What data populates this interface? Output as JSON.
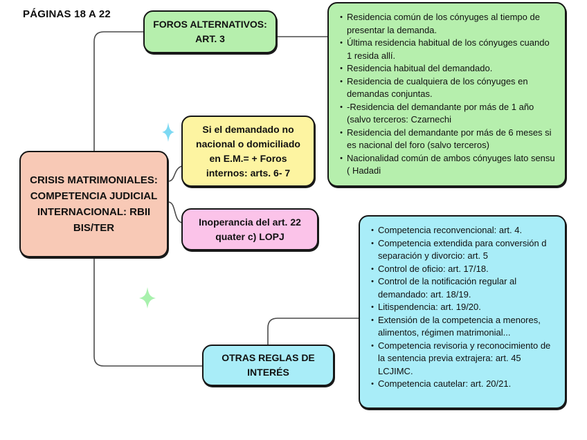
{
  "page": {
    "title": "PÁGINAS 18 A 22"
  },
  "nodes": {
    "main": {
      "label": "CRISIS MATRIMONIALES: COMPETENCIA JUDICIAL INTERNACIONAL: RBII BIS/TER",
      "color": "#f8c9b6"
    },
    "foros": {
      "label": "FOROS ALTERNATIVOS: ART. 3",
      "color": "#b6efad"
    },
    "demandado": {
      "label": "Si el demandado no nacional o domiciliado en E.M.= + Foros internos: arts. 6- 7",
      "color": "#fdf4a1"
    },
    "inoperancia": {
      "label": "Inoperancia del art. 22 quater c) LOPJ",
      "color": "#fbc3e9"
    },
    "otras": {
      "label": "OTRAS REGLAS DE INTERÉS",
      "color": "#a9edf8"
    },
    "foros_detail": {
      "color": "#b6efad",
      "items": [
        "Residencia común de los cónyuges al tiempo de presentar la demanda.",
        "Última residencia habitual de los cónyuges cuando 1 resida allí.",
        "Residencia habitual del demandado.",
        "Residencia de cualquiera de los cónyuges en demandas conjuntas.",
        "-Residencia del demandante por más de 1 año (salvo terceros: Czarnechi",
        "Residencia del demandante por más de 6 meses si es nacional del foro (salvo terceros)",
        "Nacionalidad común de ambos cónyuges lato sensu ( Hadadi"
      ]
    },
    "otras_detail": {
      "color": "#a9edf8",
      "items": [
        "Competencia reconvencional: art. 4.",
        "Competencia extendida para conversión d separación y divorcio: art. 5",
        "Control de oficio: art. 17/18.",
        "Control de la notificación regular al demandado: art. 18/19.",
        "Litispendencia: art. 19/20.",
        "Extensión de la competencia a menores, alimentos, régimen matrimonial...",
        "Competencia revisoria y reconocimiento de la sentencia previa extrajera: art. 45 LCJIMC.",
        "Competencia cautelar: art. 20/21."
      ]
    }
  },
  "decorations": {
    "connector_color": "#4a4a4a",
    "sparkle_blue_color": "#7dd9f3",
    "sparkle_green_color": "#a8f1ad"
  }
}
